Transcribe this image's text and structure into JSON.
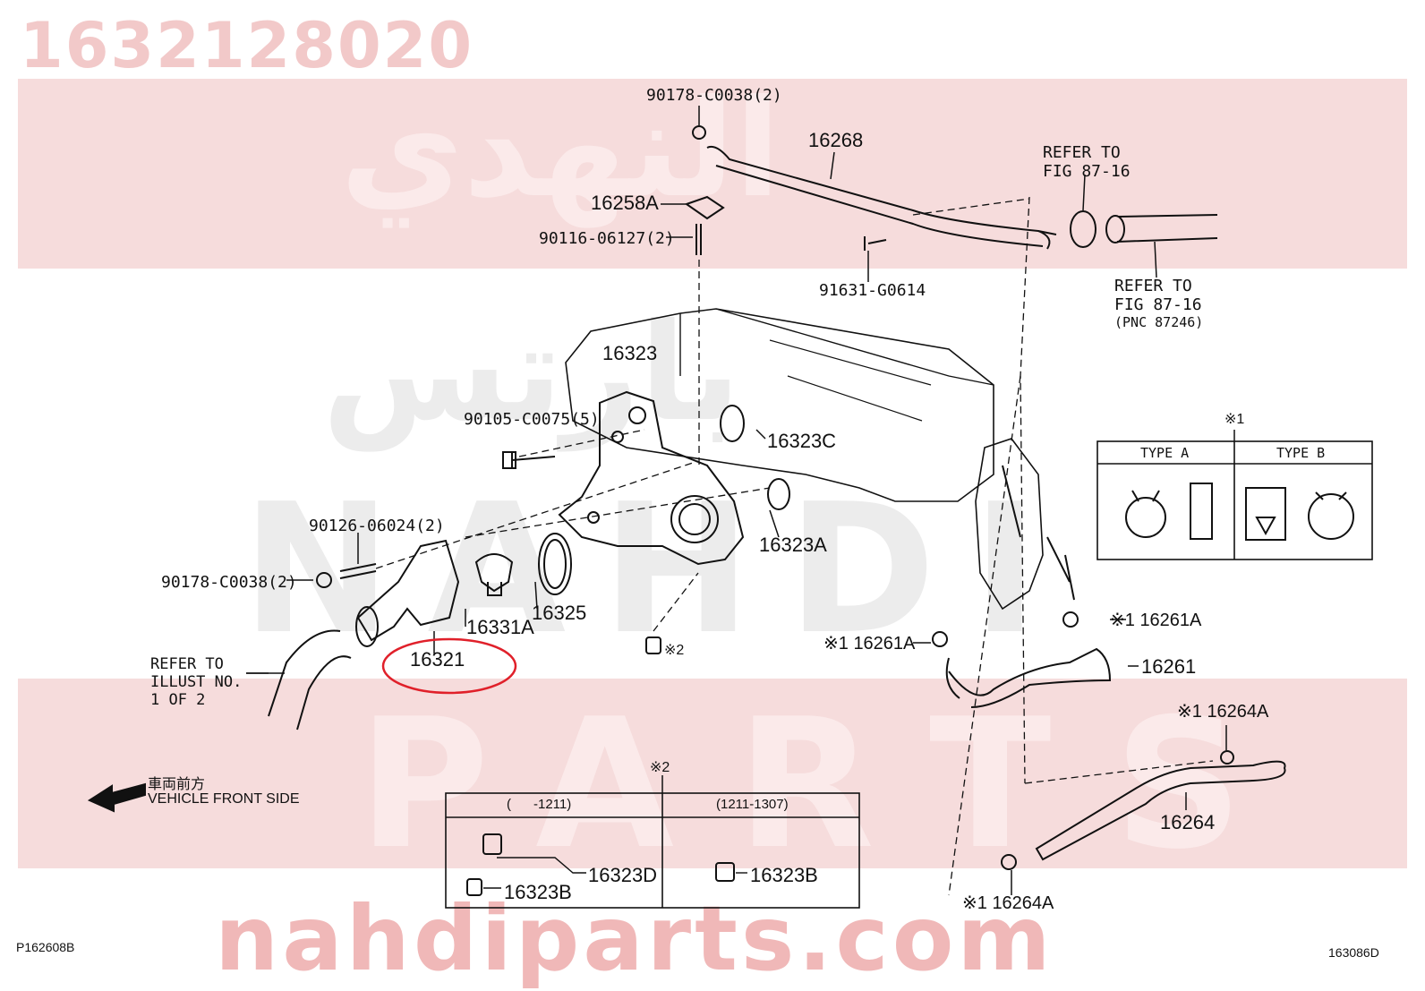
{
  "watermark": {
    "part_number": "1632128020",
    "arabic_top": "النهدي",
    "arabic_mid": "بارتس",
    "nahdi": "NAHDI",
    "parts": "PARTS",
    "site": "nahdiparts.com"
  },
  "colors": {
    "band": "#f6dcdc",
    "watermark_text": "#f2c9c9",
    "highlight_ellipse": "#e0202a",
    "ink": "#111111"
  },
  "labels": {
    "p_90178_top": "90178-C0038(2)",
    "p_16268": "16268",
    "p_16258a": "16258A",
    "p_90116": "90116-06127(2)",
    "p_91631": "91631-G0614",
    "refer_top_1": "REFER TO",
    "refer_top_2": "FIG 87-16",
    "refer_right_1": "REFER TO",
    "refer_right_2": "FIG 87-16",
    "refer_right_3": "(PNC 87246)",
    "p_16323": "16323",
    "p_90105": "90105-C0075(5)",
    "p_16323c": "16323C",
    "p_16323a": "16323A",
    "p_90126": "90126-06024(2)",
    "p_90178_left": "90178-C0038(2)",
    "p_16331a": "16331A",
    "p_16325": "16325",
    "p_16321": "16321",
    "note2_mark": "※2",
    "refer_left_1": "REFER TO",
    "refer_left_2": "ILLUST NO.",
    "refer_left_3": "1 OF 2",
    "front_jp": "車両前方",
    "front_en": "VEHICLE FRONT SIDE",
    "p_16261a_left": "※1 16261A",
    "p_16261a_right": "※1 16261A",
    "p_16261": "16261",
    "p_16264a_top": "※1 16264A",
    "p_16264": "16264",
    "p_16264a_bottom": "※1 16264A",
    "p_16323d": "16323D",
    "p_16323b_left": "16323B",
    "p_16323b_right": "16323B",
    "note1_mark": "※1",
    "note2_table_mark": "※2",
    "ref_left": "P162608B",
    "ref_right": "163086D"
  },
  "type_table": {
    "col_a": "TYPE A",
    "col_b": "TYPE B"
  },
  "date_table": {
    "col_1": "(      -1211)",
    "col_2": "(1211-1307)"
  }
}
